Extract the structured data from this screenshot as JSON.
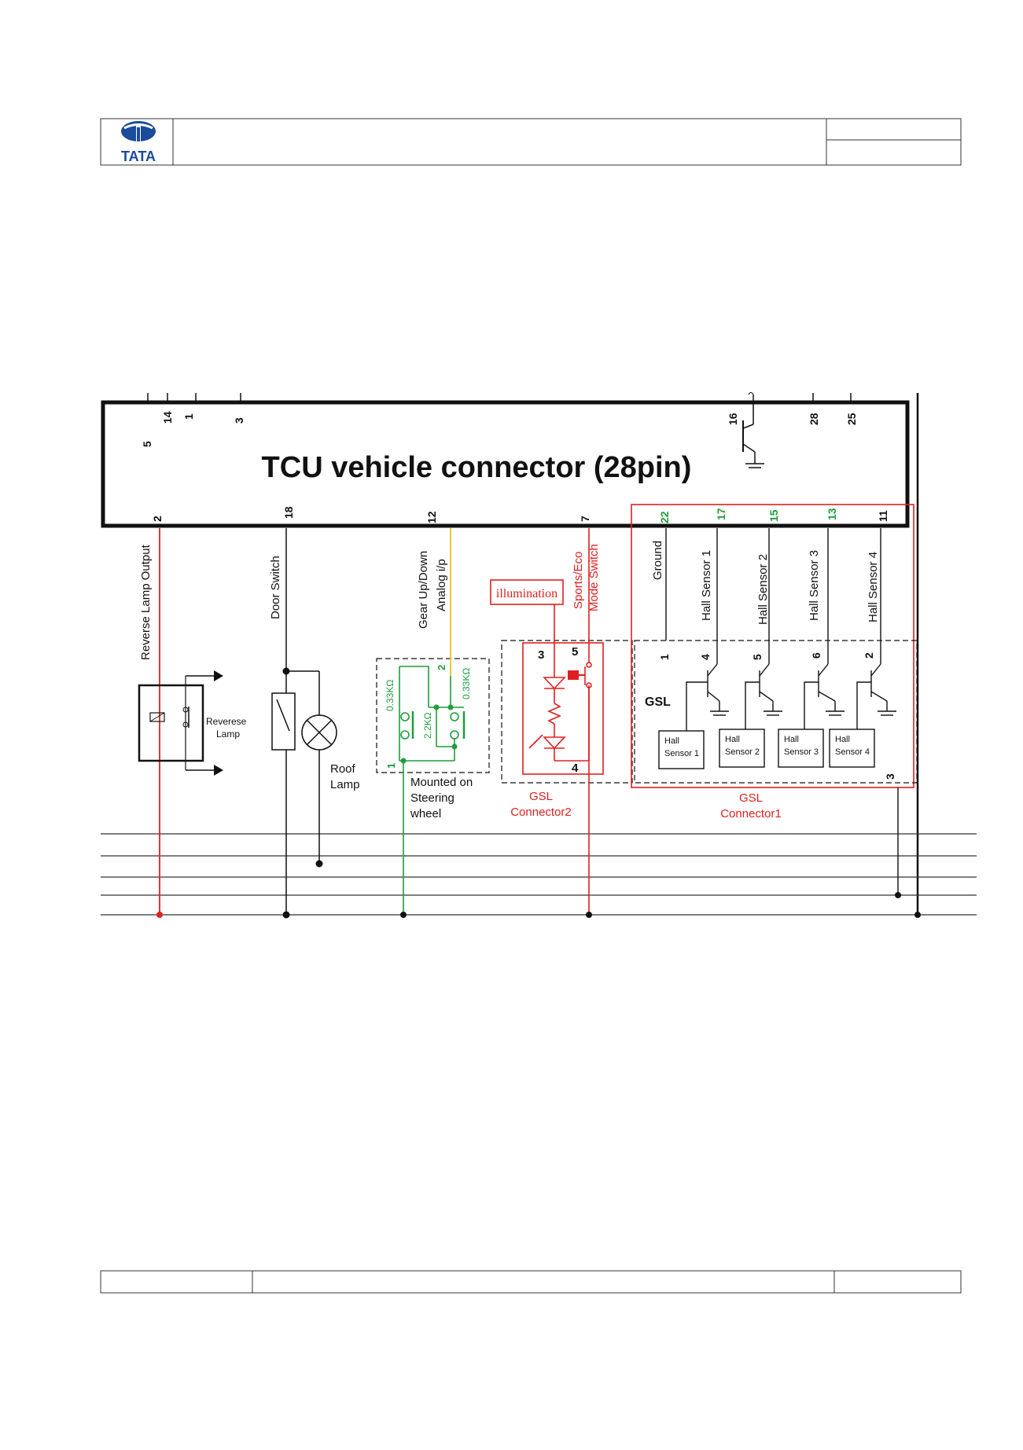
{
  "header": {
    "logo_text": "TATA",
    "logo_icon": "tata-logo-icon"
  },
  "diagram": {
    "title": "TCU  vehicle connector (28pin)",
    "top_pins": [
      "5",
      "14",
      "1",
      "3",
      "16",
      "28",
      "25"
    ],
    "bottom_pins": [
      "2",
      "18",
      "12",
      "7",
      "22",
      "17",
      "15",
      "13",
      "11"
    ],
    "signals": {
      "reverse_lamp_output": "Reverse Lamp Output",
      "door_switch": "Door Switch",
      "gear_updown_1": "Gear  Up/Down",
      "gear_updown_2": "Analog i/p",
      "sports_eco_1": "Sports/Eco",
      "sports_eco_2": "Mode Switch",
      "ground": "Ground",
      "hall1": "Hall Sensor 1",
      "hall2": "Hall Sensor 2",
      "hall3": "Hall Sensor 3",
      "hall4": "Hall Sensor 4"
    },
    "illumination": "illumination",
    "reverse_lamp": [
      "Reverese",
      "Lamp"
    ],
    "roof_lamp": [
      "Roof",
      "Lamp"
    ],
    "steering": {
      "resistors": [
        "0.33KΩ",
        "2.2KΩ",
        "0.33KΩ"
      ],
      "pins": [
        "2",
        "1"
      ],
      "caption": [
        "Mounted on",
        "Steering",
        "wheel"
      ]
    },
    "gsl2": {
      "pins": [
        "3",
        "5",
        "4"
      ],
      "caption": [
        "GSL",
        "Connector2"
      ]
    },
    "gsl1": {
      "label": "GSL",
      "pins": [
        "1",
        "4",
        "5",
        "6",
        "2",
        "3"
      ],
      "sensor_boxes": [
        [
          "Hall",
          "Sensor 1"
        ],
        [
          "Hall",
          "Sensor 2"
        ],
        [
          "Hall",
          "Sensor 3"
        ],
        [
          "Hall",
          "Sensor 4"
        ]
      ],
      "caption": [
        "GSL",
        "Connector1"
      ]
    },
    "colors": {
      "red": "#e02020",
      "green": "#1e9e3c",
      "yellow": "#e6c229",
      "black": "#111111"
    }
  }
}
